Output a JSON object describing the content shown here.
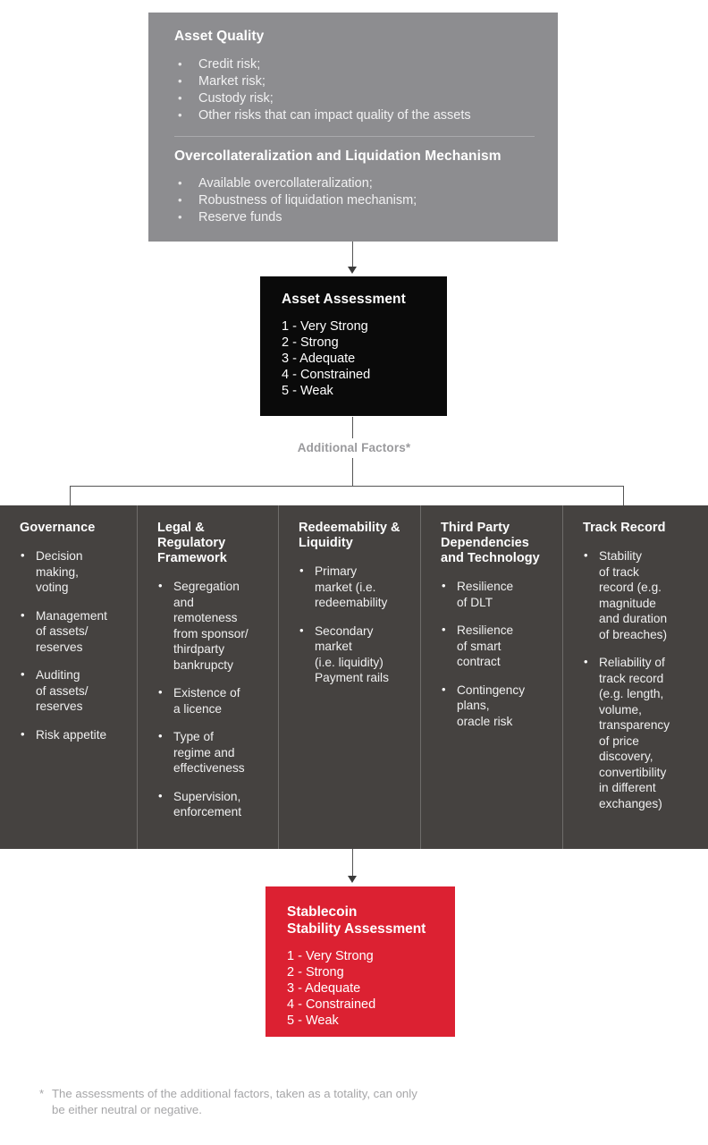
{
  "colors": {
    "top_box_bg": "#8d8d90",
    "assessment_box_bg": "#0a0a0a",
    "factors_bg": "#454240",
    "stablecoin_bg": "#dc2132",
    "connector": "#555555",
    "footnote_text": "#a6a6a8",
    "label_text": "#9a9a9d"
  },
  "asset_quality": {
    "heading": "Asset Quality",
    "bullets": [
      "Credit risk;",
      "Market risk;",
      "Custody risk;",
      "Other risks that can impact quality of the assets"
    ],
    "heading2": "Overcollateralization and Liquidation Mechanism",
    "bullets2": [
      "Available overcollateralization;",
      "Robustness of liquidation mechanism;",
      "Reserve funds"
    ]
  },
  "asset_assessment": {
    "title": "Asset Assessment",
    "scale": [
      "1 - Very Strong",
      "2 - Strong",
      "3 - Adequate",
      "4 - Constrained",
      "5 - Weak"
    ]
  },
  "branch_label": "Additional Factors*",
  "factors": [
    {
      "title": "Governance",
      "items": [
        "Decision\nmaking,\nvoting",
        "Management\nof assets/\nreserves",
        "Auditing\nof assets/\nreserves",
        "Risk appetite"
      ]
    },
    {
      "title": "Legal &\nRegulatory\nFramework",
      "items": [
        "Segregation\nand\nremoteness\nfrom sponsor/\nthirdparty\nbankrupcty",
        "Existence of\na licence",
        "Type of\nregime and\neffectiveness",
        "Supervision,\nenforcement"
      ]
    },
    {
      "title": "Redeemability\n& Liquidity",
      "items": [
        "Primary\nmarket (i.e.\nredeemability",
        "Secondary\nmarket\n(i.e. liquidity)\nPayment rails"
      ]
    },
    {
      "title": "Third Party\nDependencies\nand Technology",
      "items": [
        "Resilience\nof DLT",
        "Resilience\nof smart\ncontract",
        "Contingency\nplans,\noracle risk"
      ]
    },
    {
      "title": "Track Record",
      "items": [
        "Stability\nof track\nrecord (e.g.\nmagnitude\nand duration\nof breaches)",
        "Reliability of\ntrack record\n(e.g. length,\nvolume,\ntransparency\nof price\ndiscovery,\nconvertibility\nin different\nexchanges)"
      ]
    }
  ],
  "stablecoin_assessment": {
    "title": "Stablecoin\nStability Assessment",
    "scale": [
      "1 - Very Strong",
      "2 - Strong",
      "3 - Adequate",
      "4 - Constrained",
      "5 - Weak"
    ]
  },
  "footnote": {
    "marker": "*",
    "text": "The assessments of the additional factors, taken as a totality, can only be either neutral or negative."
  }
}
